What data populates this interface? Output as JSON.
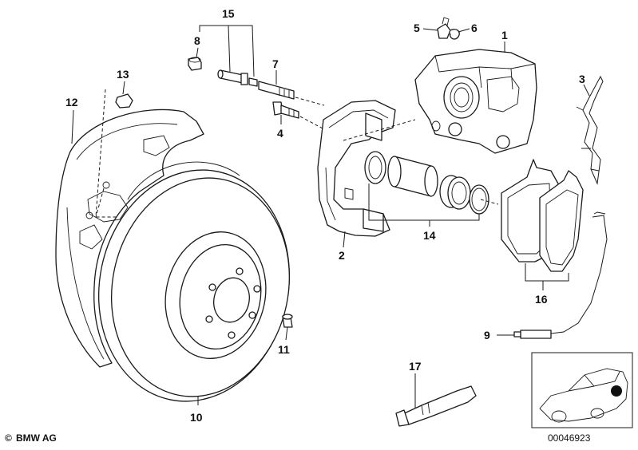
{
  "callouts": {
    "c1": "1",
    "c2": "2",
    "c3": "3",
    "c4": "4",
    "c5": "5",
    "c6": "6",
    "c7": "7",
    "c8": "8",
    "c9": "9",
    "c10": "10",
    "c11": "11",
    "c12": "12",
    "c13": "13",
    "c14": "14",
    "c15": "15",
    "c16": "16",
    "c17": "17"
  },
  "footer": {
    "copyright_symbol": "©",
    "brand": "BMW AG",
    "diagram_number": "00046923"
  }
}
